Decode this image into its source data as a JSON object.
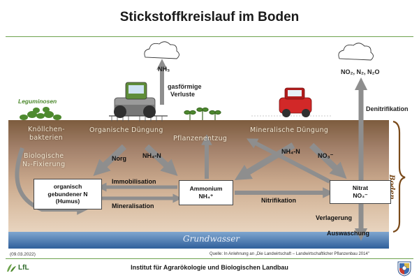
{
  "title": "Stickstoffkreislauf im Boden",
  "labels": {
    "nh3": "NH₃",
    "gasfoermige": "gasförmige",
    "verluste": "Verluste",
    "no2n2n2o": "NO₂, N₂, N₂O",
    "denitrifikation": "Denitrifikation",
    "leguminosen": "Leguminosen",
    "knollchen": "Knöllchen-",
    "bakterien": "bakterien",
    "biologische": "Biologische",
    "n2_fixierung": "N₂-Fixierung",
    "organische_duengung": "Organische Düngung",
    "pflanzenentzug": "Pflanzenentzug",
    "mineralische_duengung": "Mineralische Düngung",
    "norg": "Norg",
    "nh4n_left": "NH₄-N",
    "nh4n_right": "NH₄-N",
    "no3": "NO₃⁻",
    "immobilisation": "Immobilisation",
    "mineralisation": "Mineralisation",
    "nitrifikation": "Nitrifikation",
    "verlagerung": "Verlagerung",
    "auswaschung": "Auswaschung",
    "grundwasser": "Grundwasser",
    "boden": "Boden"
  },
  "boxes": {
    "humus_line1": "organisch",
    "humus_line2": "gebundener N",
    "humus_line3": "(Humus)",
    "ammonium_line1": "Ammonium",
    "ammonium_line2": "NH₄⁺",
    "nitrat_line1": "Nitrat",
    "nitrat_line2": "NO₃⁻"
  },
  "footer": {
    "date": "(09.03.2022)",
    "source": "Quelle: In Anlehnung an „Die Landwirtschaft – Landwirtschaftlicher Pflanzenbau 2014\"",
    "logo": "LfL",
    "institute": "Institut für Agrarökologie  und Biologischen Landbau"
  },
  "colors": {
    "soil": "#8a6a4a",
    "groundwater": "#3f6fa8",
    "arrow": "#8e8e8e",
    "accent_green": "#6da34d",
    "bracket": "#7a4a1a"
  }
}
